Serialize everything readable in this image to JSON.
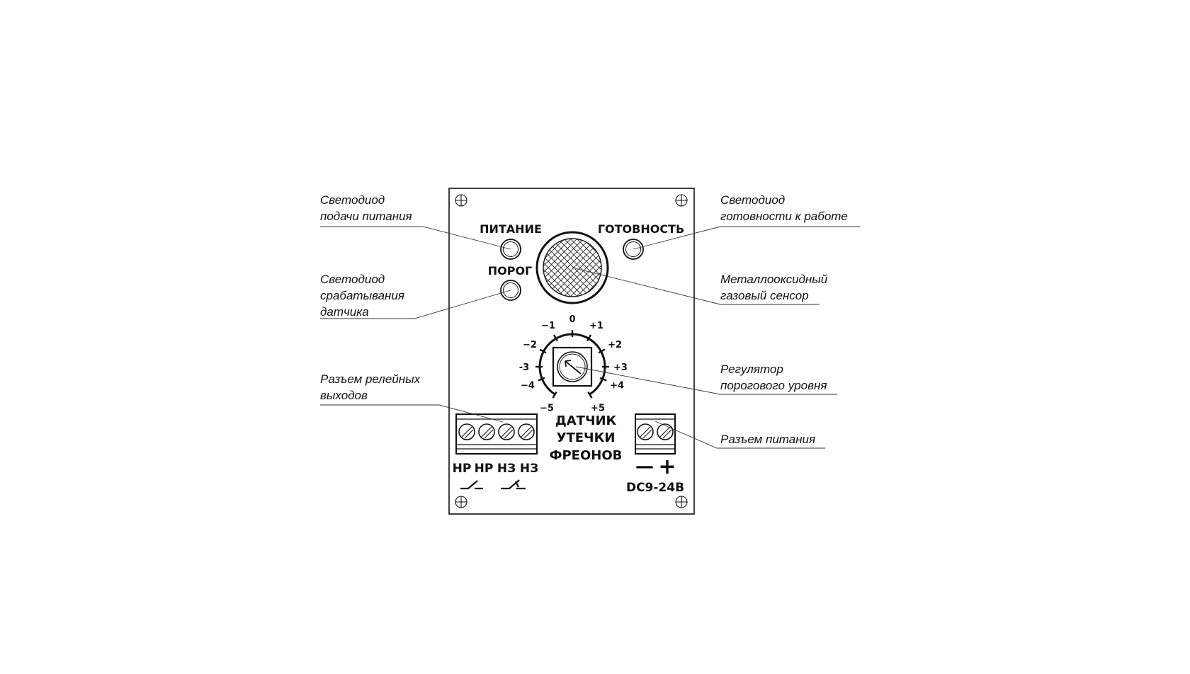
{
  "panel": {
    "led_power_label": "ПИТАНИЕ",
    "led_ready_label": "ГОТОВНОСТЬ",
    "led_threshold_label": "ПОРОГ",
    "device_name": [
      "ДАТЧИК",
      "УТЕЧКИ",
      "ФРЕОНОВ"
    ],
    "relay_terminals": [
      "НР",
      "НР",
      "НЗ",
      "НЗ"
    ],
    "power_polarity": [
      "—",
      "+"
    ],
    "power_rating": "DC9-24В",
    "dial_scale": [
      "−5",
      "−4",
      "-3",
      "−2",
      "−1",
      "0",
      "+1",
      "+2",
      "+3",
      "+4",
      "+5"
    ]
  },
  "callouts": {
    "power_led": [
      "Светодиод",
      "подачи питания"
    ],
    "ready_led": [
      "Светодиод",
      "готовности к работе"
    ],
    "threshold_led": [
      "Светодиод",
      "срабатывания",
      "датчика"
    ],
    "sensor": [
      "Металлооксидный",
      "газовый сенсор"
    ],
    "relay_connector": [
      "Разъем релейных",
      "выходов"
    ],
    "threshold_regulator": [
      "Регулятор",
      "порогового уровня"
    ],
    "power_connector": [
      "Разъем питания"
    ]
  }
}
